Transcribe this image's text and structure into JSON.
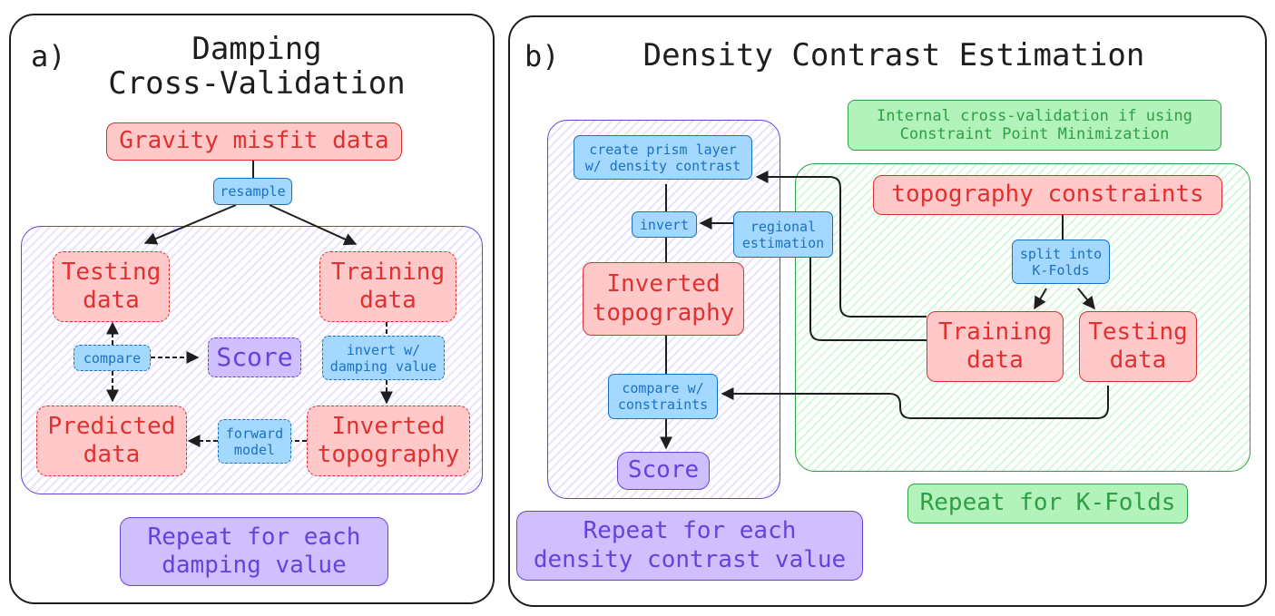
{
  "panel_a": {
    "letter": "a)",
    "title": "Damping\nCross-Validation",
    "nodes": {
      "gravity": "Gravity misfit data",
      "resample": "resample",
      "testing": "Testing\ndata",
      "training": "Training\ndata",
      "compare": "compare",
      "score": "Score",
      "invert": "invert w/\ndamping value",
      "predicted": "Predicted\ndata",
      "forward": "forward\nmodel",
      "inverted": "Inverted\ntopography",
      "repeat": "Repeat for each\ndamping value"
    }
  },
  "panel_b": {
    "letter": "b)",
    "title": "Density Contrast Estimation",
    "nodes": {
      "prism": "create prism layer\nw/ density contrast",
      "invert": "invert",
      "regional": "regional\nestimation",
      "inverted": "Inverted\ntopography",
      "compare": "compare w/\nconstraints",
      "score": "Score",
      "repeat": "Repeat for each\ndensity contrast value",
      "internal": "Internal cross-validation if using\nConstraint Point Minimization",
      "topo": "topography constraints",
      "split": "split into\nK-Folds",
      "training": "Training\ndata",
      "testing": "Testing\ndata",
      "repeat_k": "Repeat for K-Folds"
    }
  },
  "colors": {
    "red_fill": "#ffc9c9",
    "red_stroke": "#e03131",
    "blue_fill": "#a5d8ff",
    "blue_stroke": "#1971c2",
    "purple_fill": "#d0bfff",
    "purple_stroke": "#6741d9",
    "green_fill": "#b2f2bb",
    "green_stroke": "#2f9e44"
  }
}
